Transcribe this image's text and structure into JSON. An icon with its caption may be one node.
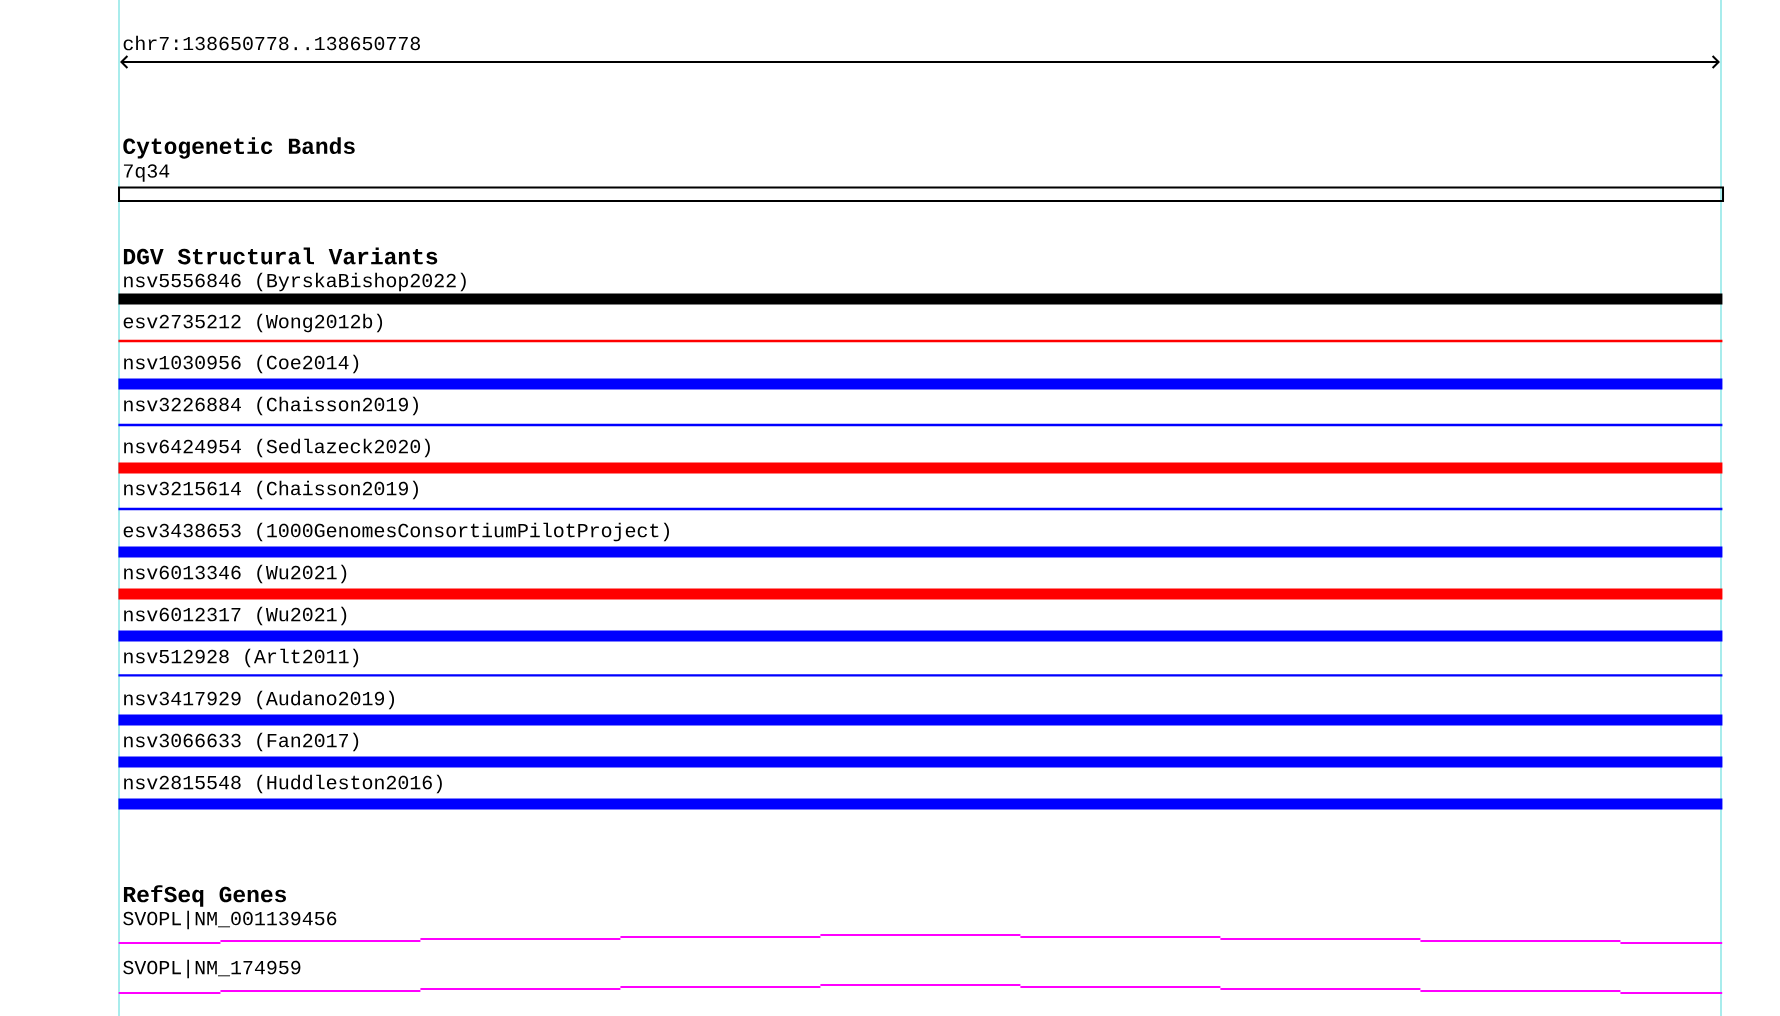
{
  "diagram": {
    "nodes": [
      {
        "text": [],
        "shape": "box",
        "beside": [
          "7q34"
        ]
      },
      {
        "text": [],
        "shape": "bar",
        "beside": [
          "nsv5556846 (ByrskaBishop2022)"
        ]
      },
      {
        "text": [],
        "shape": "line",
        "beside": [
          "esv2735212 (Wong2012b)"
        ]
      },
      {
        "text": [],
        "shape": "bar",
        "beside": [
          "nsv1030956 (Coe2014)"
        ]
      },
      {
        "text": [],
        "shape": "line",
        "beside": [
          "nsv3226884 (Chaisson2019)"
        ]
      },
      {
        "text": [],
        "shape": "bar",
        "beside": [
          "nsv6424954 (Sedlazeck2020)"
        ]
      },
      {
        "text": [],
        "shape": "line",
        "beside": [
          "nsv3215614 (Chaisson2019)"
        ]
      },
      {
        "text": [],
        "shape": "bar",
        "beside": [
          "esv3438653 (1000GenomesConsortiumPilotProject)"
        ]
      },
      {
        "text": [],
        "shape": "bar",
        "beside": [
          "nsv6013346 (Wu2021)"
        ]
      },
      {
        "text": [],
        "shape": "bar",
        "beside": [
          "nsv6012317 (Wu2021)"
        ]
      },
      {
        "text": [],
        "shape": "line",
        "beside": [
          "nsv512928 (Arlt2011)"
        ]
      },
      {
        "text": [],
        "shape": "bar",
        "beside": [
          "nsv3417929 (Audano2019)"
        ]
      },
      {
        "text": [],
        "shape": "bar",
        "beside": [
          "nsv3066633 (Fan2017)"
        ]
      },
      {
        "text": [],
        "shape": "bar",
        "beside": [
          "nsv2815548 (Huddleston2016)"
        ]
      },
      {
        "text": [],
        "shape": "line",
        "beside": [
          "SVOPL|NM_001139456"
        ]
      },
      {
        "text": [],
        "shape": "line",
        "beside": [
          "SVOPL|NM_174959"
        ]
      }
    ],
    "labels": [
      "chr7:138650778..138650778",
      "Cytogenetic Bands",
      "DGV Structural Variants",
      "RefSeq Genes"
    ]
  }
}
